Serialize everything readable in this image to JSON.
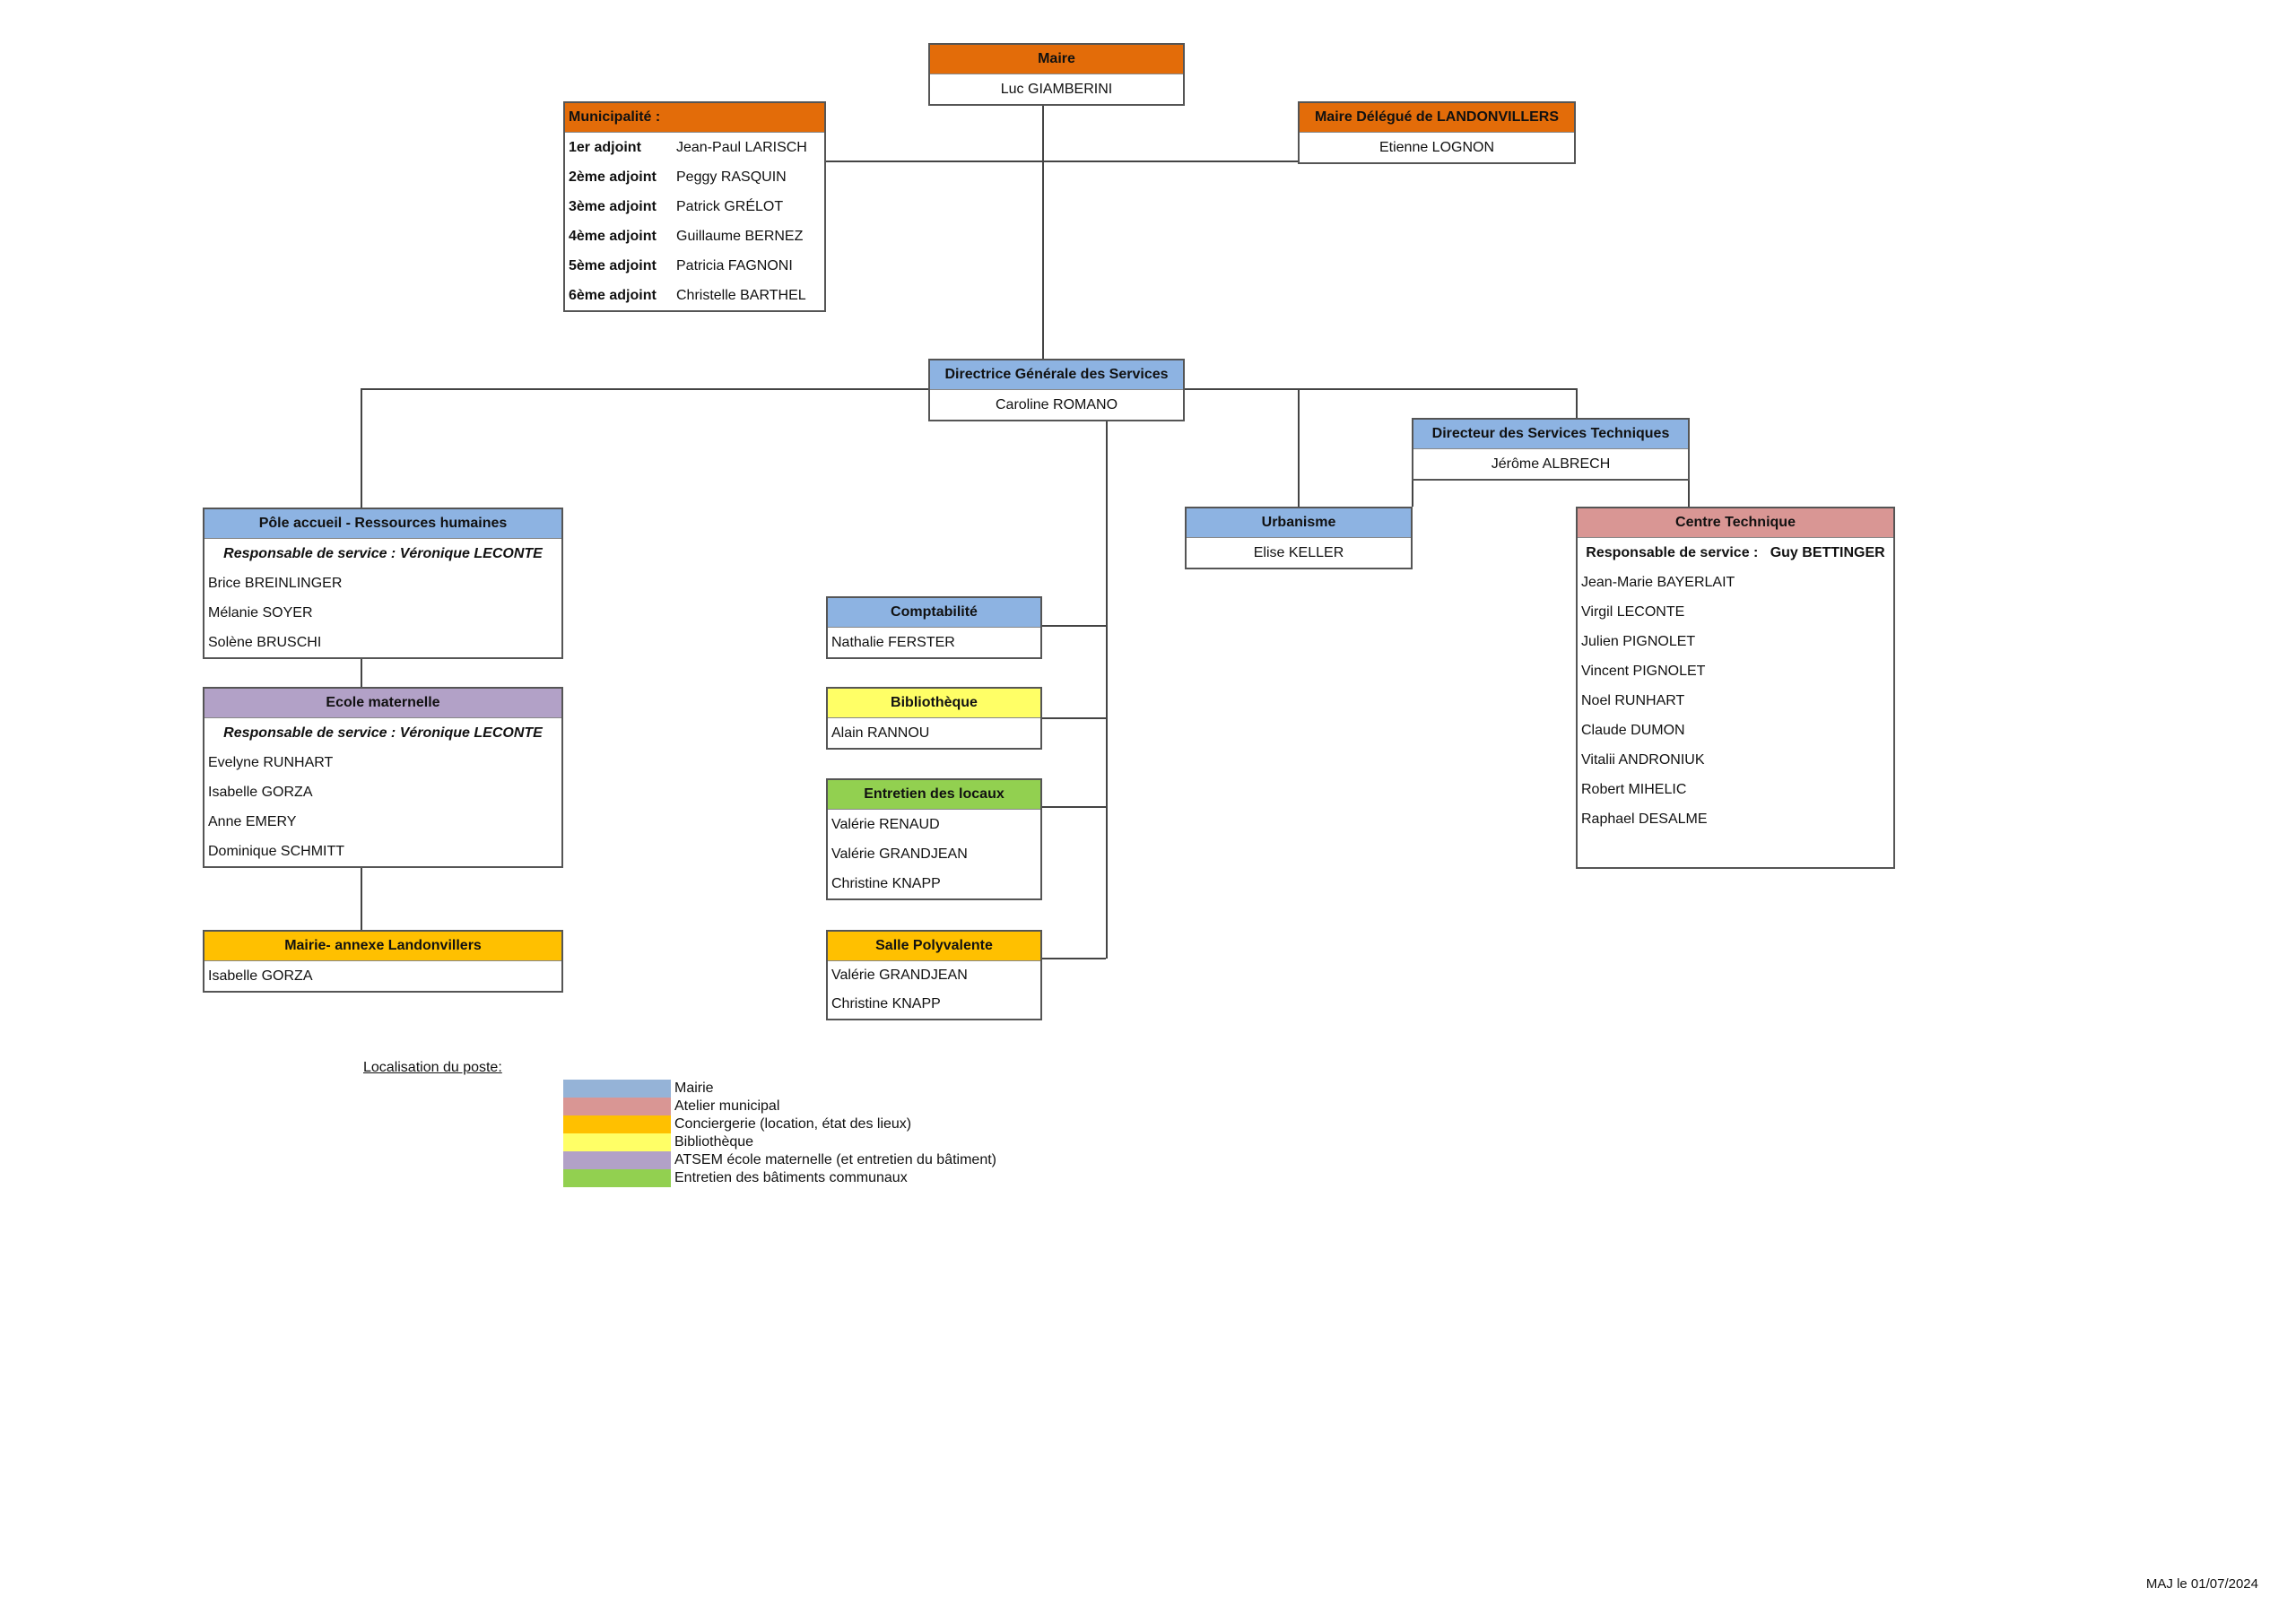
{
  "maire": {
    "title": "Maire",
    "name": "Luc GIAMBERINI"
  },
  "municipalite": {
    "title": "Municipalité :",
    "rows": [
      {
        "role": "1er adjoint",
        "name": "Jean-Paul LARISCH"
      },
      {
        "role": "2ème adjoint",
        "name": "Peggy RASQUIN"
      },
      {
        "role": "3ème adjoint",
        "name": "Patrick GRÉLOT"
      },
      {
        "role": "4ème adjoint",
        "name": "Guillaume BERNEZ"
      },
      {
        "role": "5ème adjoint",
        "name": "Patricia FAGNONI"
      },
      {
        "role": "6ème adjoint",
        "name": "Christelle BARTHEL"
      }
    ]
  },
  "maire_delegue": {
    "title": "Maire Délégué de LANDONVILLERS",
    "name": "Etienne LOGNON"
  },
  "dgs": {
    "title": "Directrice Générale des Services",
    "name": "Caroline ROMANO"
  },
  "dst": {
    "title": "Directeur des Services Techniques",
    "name": "Jérôme ALBRECH"
  },
  "pole_accueil": {
    "title": "Pôle accueil - Ressources humaines",
    "responsable": "Responsable de service : Véronique LECONTE",
    "members": [
      "Brice BREINLINGER",
      "Mélanie SOYER",
      "Solène BRUSCHI"
    ]
  },
  "ecole": {
    "title": "Ecole maternelle",
    "responsable": "Responsable de service : Véronique LECONTE",
    "members": [
      "Evelyne RUNHART",
      "Isabelle GORZA",
      "Anne EMERY",
      "Dominique SCHMITT"
    ]
  },
  "annexe": {
    "title": "Mairie- annexe Landonvillers",
    "members": [
      "Isabelle GORZA"
    ]
  },
  "comptabilite": {
    "title": "Comptabilité",
    "members": [
      "Nathalie FERSTER"
    ]
  },
  "bibliotheque": {
    "title": "Bibliothèque",
    "members": [
      "Alain RANNOU"
    ]
  },
  "entretien": {
    "title": "Entretien des locaux",
    "members": [
      "Valérie RENAUD",
      "Valérie GRANDJEAN",
      "Christine KNAPP"
    ]
  },
  "salle": {
    "title": "Salle Polyvalente",
    "members": [
      "Valérie GRANDJEAN",
      "Christine KNAPP"
    ]
  },
  "urbanisme": {
    "title": "Urbanisme",
    "members": [
      "Elise KELLER"
    ]
  },
  "centre": {
    "title": "Centre Technique",
    "responsable": "Responsable de service :   Guy BETTINGER",
    "members": [
      "Jean-Marie BAYERLAIT",
      "Virgil LECONTE",
      "Julien PIGNOLET",
      "Vincent PIGNOLET",
      "Noel RUNHART",
      "Claude DUMON",
      "Vitalii ANDRONIUK",
      "Robert MIHELIC",
      "Raphael DESALME"
    ]
  },
  "legend": {
    "title": "Localisation du poste:",
    "items": [
      {
        "label": "Mairie",
        "color": "#95B3D7"
      },
      {
        "label": "Atelier municipal",
        "color": "#D99694"
      },
      {
        "label": "Conciergerie (location, état des lieux)",
        "color": "#FFC000"
      },
      {
        "label": "Bibliothèque",
        "color": "#FFFF66"
      },
      {
        "label": "ATSEM école maternelle (et entretien du bâtiment)",
        "color": "#B2A1C7"
      },
      {
        "label": "Entretien des bâtiments communaux",
        "color": "#92D050"
      }
    ]
  },
  "footer": "MAJ le 01/07/2024"
}
